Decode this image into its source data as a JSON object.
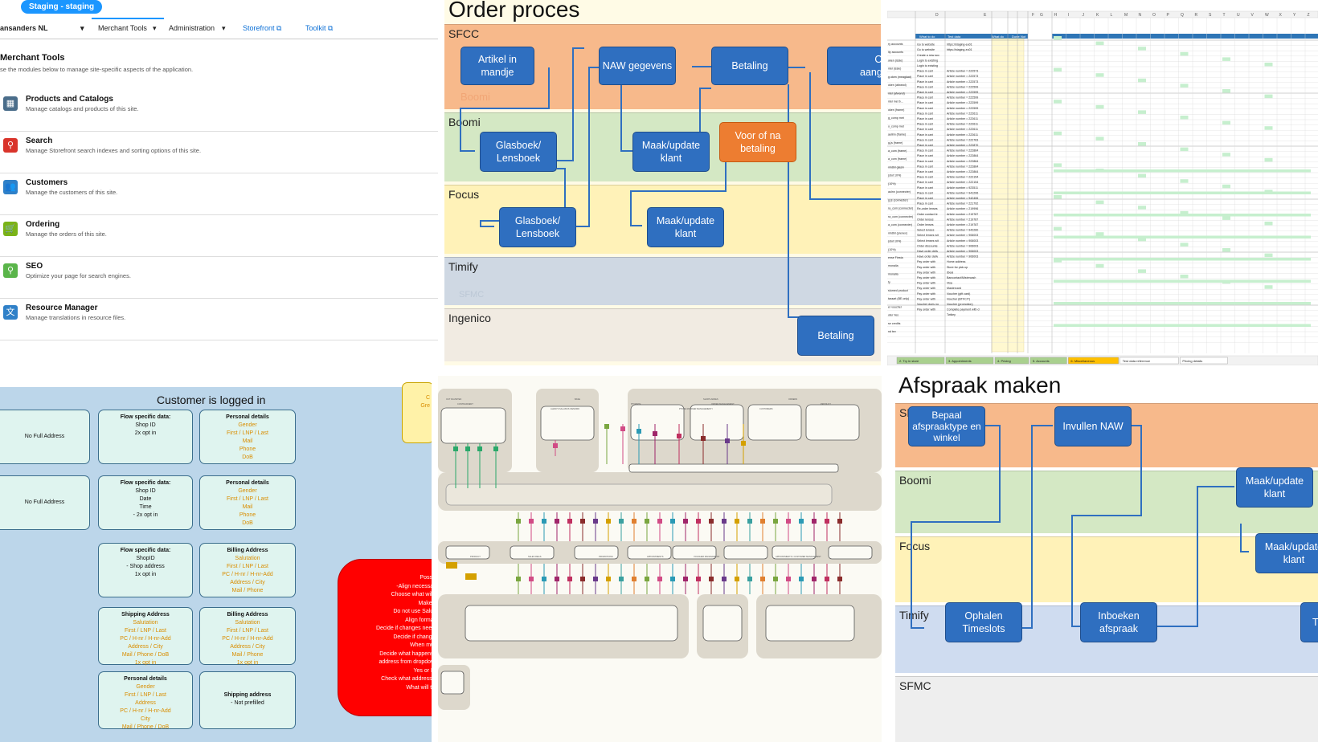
{
  "merchant": {
    "staging_badge": "Staging - staging",
    "nav": {
      "site": "ansanders NL",
      "merchant_tools": "Merchant Tools",
      "administration": "Administration",
      "storefront": "Storefront",
      "toolkit": "Toolkit"
    },
    "title": "Merchant Tools",
    "subtitle": "se the modules below to manage site-specific aspects of the application.",
    "modules": [
      {
        "name": "Products and Catalogs",
        "desc": "Manage catalogs and products of this site.",
        "icon": "catalog-icon",
        "color": "#4a6d8a"
      },
      {
        "name": "Search",
        "desc": "Manage Storefront search indexes and sorting options of this site.",
        "icon": "search-icon",
        "color": "#d9342b"
      },
      {
        "name": "Customers",
        "desc": "Manage the customers of this site.",
        "icon": "customers-icon",
        "color": "#2f80c8"
      },
      {
        "name": "Ordering",
        "desc": "Manage the orders of this site.",
        "icon": "cart-icon",
        "color": "#7ab317"
      },
      {
        "name": "SEO",
        "desc": "Optimize your page for search engines.",
        "icon": "seo-icon",
        "color": "#5ab54a"
      },
      {
        "name": "Resource Manager",
        "desc": "Manage translations in resource files.",
        "icon": "translate-icon",
        "color": "#2f80c8"
      }
    ]
  },
  "order": {
    "title": "Order proces",
    "lanes": [
      "SFCC",
      "Boomi",
      "Focus",
      "Timify",
      "Ingenico"
    ],
    "faint_labels": [
      "Boomi",
      "SFMC"
    ],
    "boxes": {
      "artikel": "Artikel in mandje",
      "naw": "NAW gegevens",
      "betaling1": "Betaling",
      "order": "Order aangemaakt",
      "glas1": "Glasboek/ Lensboek",
      "maak1": "Maak/update klant",
      "voor": "Voor of na betaling",
      "glas2": "Glasboek/ Lensboek",
      "maak2": "Maak/update klant",
      "betaling2": "Betaling"
    }
  },
  "sheet": {
    "columns": [
      "D",
      "E",
      "F",
      "G",
      "H",
      "I",
      "J",
      "K",
      "L",
      "M",
      "N",
      "O",
      "P",
      "Q",
      "R",
      "S",
      "T",
      "U",
      "V",
      "W",
      "X",
      "Y",
      "Z"
    ],
    "col_a_rows": [
      "ry accounts",
      "ity accounts",
      "oken (issie)",
      "ntel (issie)",
      "g oken (meaglaat)",
      "oken (afwand)",
      "ntel (afwand)",
      "ntel met b...",
      "oken (frame)",
      "g_comp met",
      "o_comp met",
      "aulinn (frame)",
      "g-js (frame)",
      "a_com (frame)",
      "a_com (frame)",
      "nhdbil glasin",
      "(stot 10%)",
      "(10%)",
      "aulnn (connecter)",
      "g js (connecter)",
      "ra_com (connecter)",
      "ra_com (connecter)",
      "a_com (connecter)",
      "nhdbil (prenex)",
      "(stot 10%)",
      "(10%)",
      "ense Fiesta",
      "monalia",
      "monalia",
      "ty",
      "stumed product",
      "taraart (BE only)",
      "er voucher",
      "ofer Yes",
      "se credits",
      "nd tev"
    ],
    "col_c_rows": [
      "What to do",
      "Go to website",
      "Go to website",
      "Create a new acc",
      "Login to existing",
      "Login to existing",
      "Place in cart",
      "Place in cart",
      "Place in cart",
      "Place in cart",
      "Place in cart",
      "Place in cart",
      "Place in cart",
      "Place in cart",
      "Place in cart",
      "Place in cart",
      "Place in cart",
      "Place in cart",
      "Place in cart",
      "Place in cart",
      "Place in cart",
      "Place in cart",
      "Place in cart",
      "Place in cart",
      "Place in cart",
      "Place in cart",
      "Place in cart",
      "Place in cart",
      "Place in cart",
      "Place in cart",
      "Place in cart",
      "Place in cart",
      "Re-order lenses",
      "Order contact le",
      "Order lenses",
      "Order lenses",
      "Select lenses",
      "Select lenses wit",
      "Select lenses wit",
      "Order discounte",
      "Have order deliv",
      "Have order deliv",
      "Pay order with",
      "Pay order with",
      "Pay order with",
      "Pay order with",
      "Pay order with",
      "Pay order with",
      "Pay order with",
      "Pay order with",
      "Voucher does no",
      "Pay order with"
    ],
    "col_d_rows": [
      "Test data",
      "https://staging-eu01",
      "https://staging-eu01",
      "",
      "",
      "",
      "Article number = 222573",
      "Article number = 222573",
      "Article number = 222573",
      "Article number = 222599",
      "Article number = 222599",
      "Article number = 222599",
      "Article number = 222599",
      "Article number = 222599",
      "Article number = 222611",
      "Article number = 222611",
      "Article number = 222611",
      "Article number = 222611",
      "Article number = 222611",
      "Article number = 222763",
      "Article number = 222870",
      "Article number = 222864",
      "Article number = 222864",
      "Article number = 222864",
      "Article number = 222864",
      "Article number = 222864",
      "Article number = 222154",
      "Article number = 222154",
      "Article number = 923511",
      "Article number = 941206",
      "Article number = 942406",
      "Article number = 221792",
      "Article number = 219996",
      "Article number = 219787",
      "Article number = 219787",
      "Article number = 219787",
      "Article number = 942260",
      "Article number = 906003",
      "Article number = 906003",
      "Article number = 906003",
      "Article number = 906003",
      "Article number = 906003",
      "Home address",
      "Store for pick up",
      "iDeal",
      "Bancontact/Mistercash",
      "Visa",
      "Mastercard",
      "Voucher (gift card)",
      "Voucher (BTFC/T)",
      "Voucher (promotion)",
      "Complete payment with d",
      "Twikey"
    ],
    "tabs": [
      "2. Try in store",
      "3. Appointments",
      "4. Pricing",
      "5. Accounts",
      "6. Miscellaneous",
      "Test data reference",
      "Pricing details"
    ],
    "header_cells": [
      "What to do",
      "Test data",
      "What do",
      "Done",
      "Not"
    ]
  },
  "customer": {
    "title": "Customer is logged in",
    "boxes": {
      "nofull1": "No Full Address",
      "nofull2": "No Full Address",
      "flow1_title": "Flow specific data:",
      "flow1_lines": [
        "Shop ID",
        "2x opt in"
      ],
      "flow2_title": "Flow specific data:",
      "flow2_lines": [
        "Shop ID",
        "Date",
        "Time",
        "- 2x opt in"
      ],
      "flow3_title": "Flow specific data:",
      "flow3_lines": [
        "ShopID",
        "- Shop address",
        "1x opt in"
      ],
      "personal_title": "Personal details",
      "personal_lines": [
        "Gender",
        "First / LNP / Last",
        "Mail",
        "Phone",
        "DoB"
      ],
      "billing_title": "Billing Address",
      "billing_lines": [
        "Salutation",
        "First / LNP / Last",
        "PC / H-nr / H-nr-Add",
        "Address / City",
        "Mail / Phone"
      ],
      "shipping_title": "Shipping Address",
      "shipping_lines": [
        "Salutation",
        "First / LNP / Last",
        "PC / H-nr / H-nr-Add",
        "Address / City",
        "Mail / Phone / DoB",
        "1x opt in"
      ],
      "billing2_lines": [
        "Salutation",
        "First / LNP / Last",
        "PC / H-nr / H-nr-Add",
        "Address / City",
        "Mail / Phone",
        "1x opt in"
      ],
      "personal2_lines": [
        "Gender",
        "First / LNP / Last",
        "Address",
        "PC / H-nr / H-nr-Add",
        "City",
        "Mail / Phone / DoB"
      ],
      "shipaddr_title": "Shipping address",
      "shipaddr_line": "- Not prefilled",
      "yellow_lines": [
        "C",
        "Gre"
      ]
    },
    "red_lines": [
      "Possibl",
      "-Align necessary",
      "Choose what will b",
      "Make al",
      "Do not use Saluta",
      "Align formatti",
      "",
      "Decide if changes need t",
      "Decide if changes",
      "",
      "When multi",
      "Decide what happens v",
      "address from dropdown",
      "Yes or No",
      "Check what addresses",
      "What will trig"
    ]
  },
  "arch": {
    "labels": [
      "OUT RAUWTEN",
      "CONTRAFMENT",
      "ALWAYS SALLIBUS FIEMORD",
      "BASE",
      "PTGRNTE",
      "PTORE RODIKER MANAGEMENTI",
      "SHOPS ADRES",
      "ORDER MANAGEMENT",
      "CUSTOMERS",
      "ORDERS",
      "PRODUCT",
      "SALES REGS",
      "PROMOTIONS",
      "APPOINTMENTS",
      "VOUCHER MANAGEMENT",
      "APPOINTMENTS / CUSTOMER MANAGEMENT"
    ]
  },
  "afspraak": {
    "title": "Afspraak maken",
    "lanes": [
      "SFCC",
      "Boomi",
      "Focus",
      "Timify",
      "SFMC"
    ],
    "boxes": {
      "bepaal": "Bepaal afspraaktype en winkel",
      "naw": "Invullen NAW",
      "maak1": "Maak/update klant",
      "maak2": "Maak/update klant",
      "ophalen": "Ophalen Timeslots",
      "inboeken": "Inboeken afspraak",
      "ti": "Ti"
    }
  }
}
